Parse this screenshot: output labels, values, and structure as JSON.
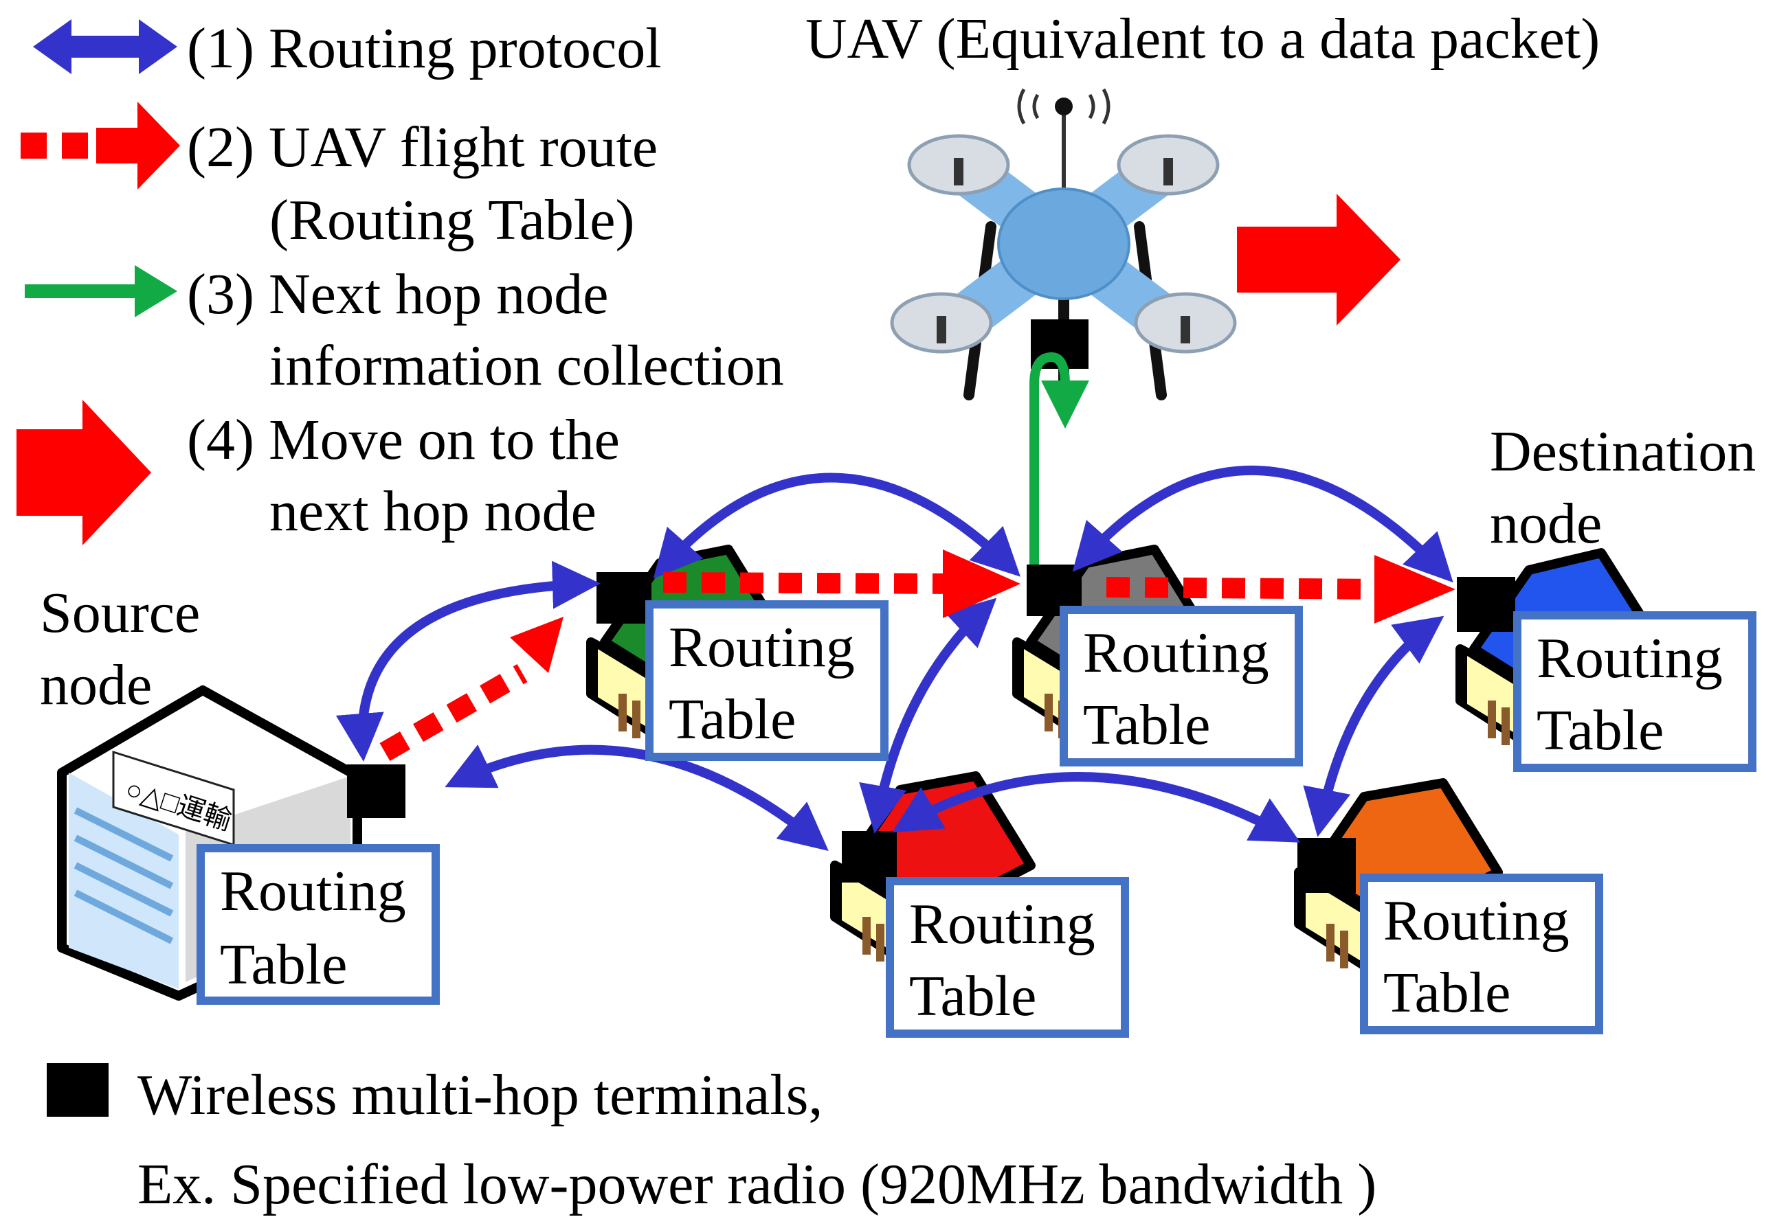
{
  "legend": {
    "item1": "(1) Routing protocol",
    "item2_line1": "(2) UAV flight route",
    "item2_line2": "(Routing Table)",
    "item3_line1": "(3) Next hop node",
    "item3_line2": "information collection",
    "item4_line1": "(4) Move on to the",
    "item4_line2": "next hop node"
  },
  "uav": {
    "title": "UAV (Equivalent to a data packet)"
  },
  "nodes": {
    "source_line1": "Source",
    "source_line2": "node",
    "source_sign": "○△□運輸",
    "destination_line1": "Destination",
    "destination_line2": "node"
  },
  "routing_table": {
    "line1": "Routing",
    "line2": "Table"
  },
  "footer": {
    "line1": "Wireless multi-hop terminals,",
    "line2": "Ex. Specified low-power radio (920MHz bandwidth )"
  },
  "colors": {
    "routing_protocol": "#3333cc",
    "flight_route": "#ff0000",
    "info_collection": "#11aa44",
    "table_border": "#4472c4",
    "roof_green": "#1a8a2a",
    "roof_gray": "#7a7a7a",
    "roof_blue": "#2255ee",
    "roof_red": "#ee1111",
    "roof_orange": "#ee6611",
    "drone_body": "#7fb8e8"
  }
}
